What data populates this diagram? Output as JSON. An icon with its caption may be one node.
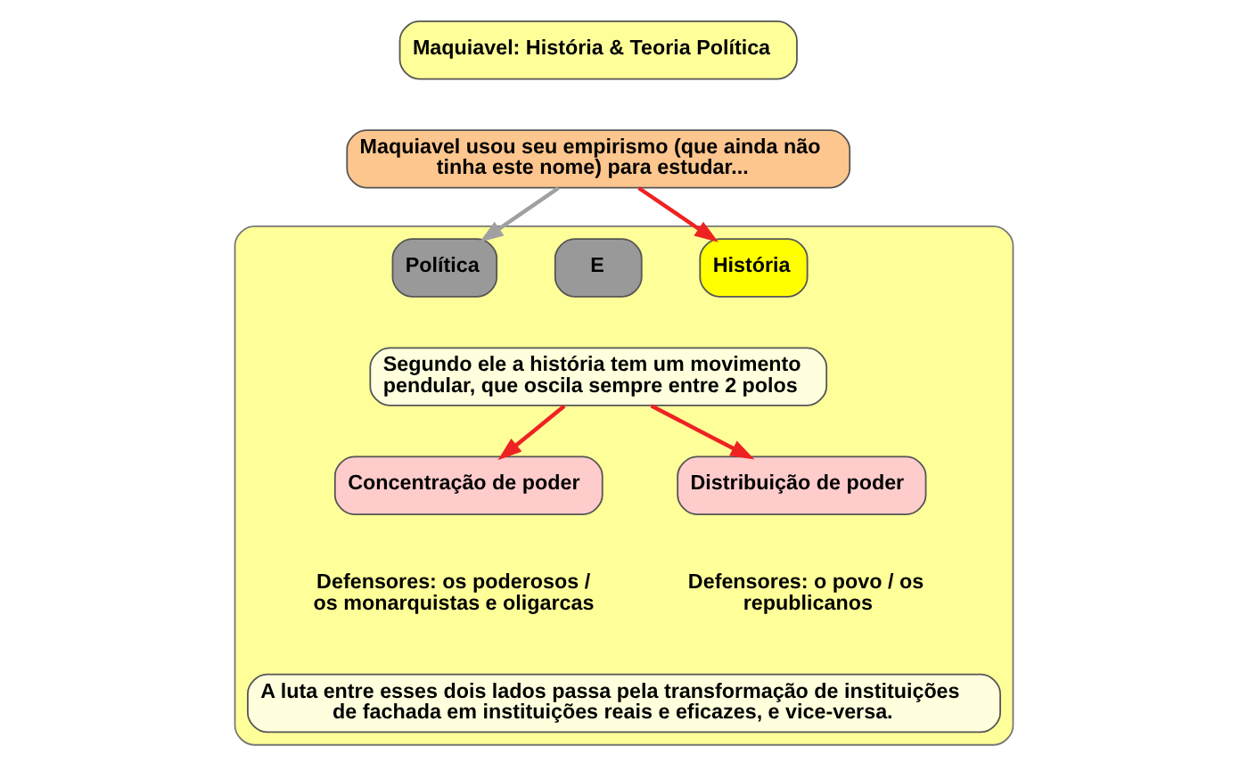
{
  "diagram": {
    "nodes": [
      {
        "text": [
          "Maquiavel: História & Teoria Política"
        ]
      },
      {
        "text": [
          "Maquiavel usou seu empirismo (que ainda não tinha este nome) para estudar..."
        ]
      },
      {
        "text": [],
        "shape": "box"
      },
      {
        "text": [
          "História"
        ],
        "in": 2
      },
      {
        "text": [
          "E"
        ],
        "in": 2
      },
      {
        "text": [
          "Política"
        ],
        "in": 2
      },
      {
        "text": [
          "Segundo ele a história tem um movimento pendular, que oscila sempre entre 2 polos"
        ],
        "in": 2
      },
      {
        "text": [
          "Concentração de poder"
        ],
        "in": 2
      },
      {
        "text": [
          "Distribuição de poder"
        ],
        "in": 2
      },
      {
        "text": [
          "A luta entre esses dois lados passa pela transformação de instituições de fachada em instituições reais e eficazes, e vice-versa."
        ],
        "in": 2
      }
    ],
    "edges": [
      {
        "from": 1,
        "to": 3,
        "arrow": "to"
      },
      {
        "from": 1,
        "to": 5,
        "arrow": "to",
        "color": "#a0a0a0"
      },
      {
        "from": 6,
        "to": 7,
        "arrow": "to"
      },
      {
        "from": 6,
        "to": 8,
        "arrow": "to"
      }
    ],
    "labels": [
      "Defensores: os poderosos / os monarquistas e oligarcas",
      "Defensores: o povo / os republicanos"
    ]
  }
}
